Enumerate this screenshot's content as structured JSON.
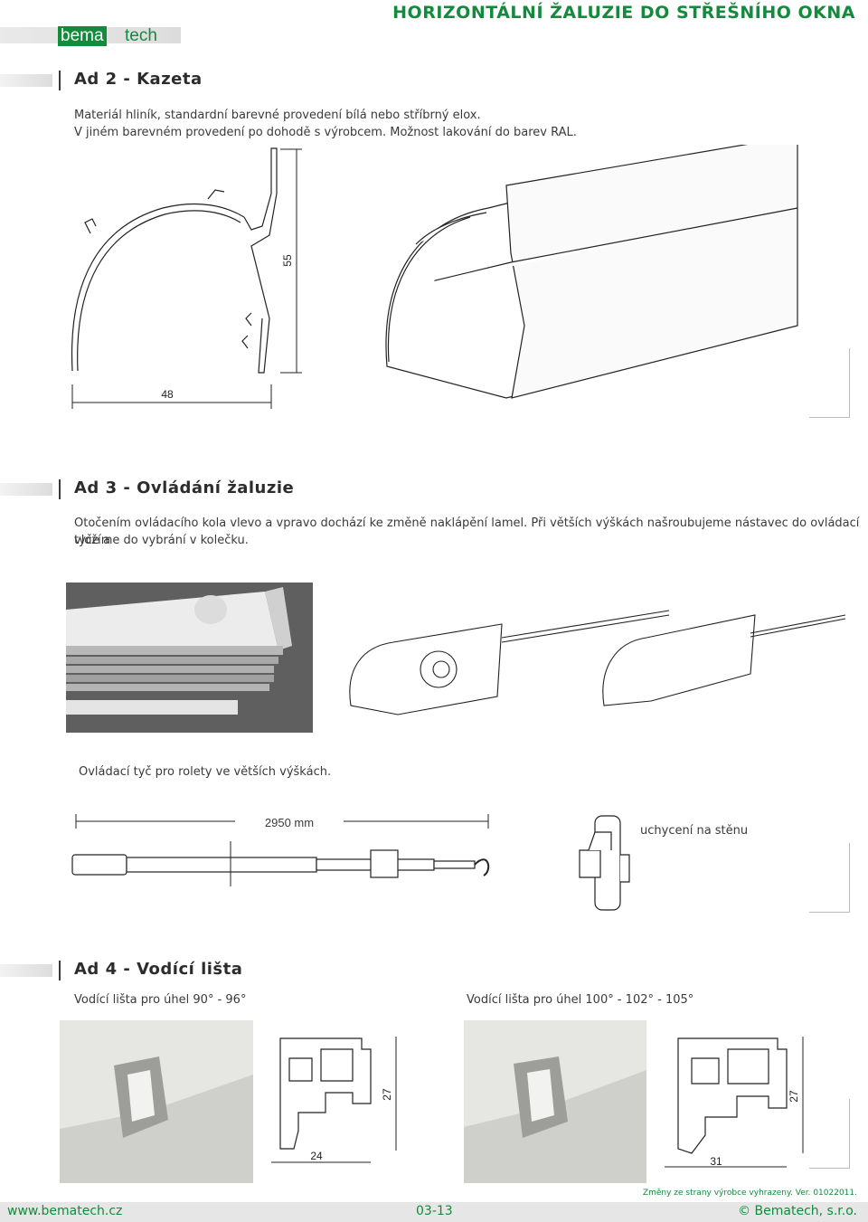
{
  "header": {
    "logo_bema": "bema",
    "logo_tech": "tech",
    "title": "HORIZONTÁLNÍ ŽALUZIE DO STŘEŠNÍHO OKNA"
  },
  "section2": {
    "title": "Ad 2 - Kazeta",
    "line1": "Materiál hliník, standardní barevné provedení bílá nebo stříbrný elox.",
    "line2": "V jiném barevném provedení po dohodě s výrobcem. Možnost lakování do barev RAL.",
    "dim_width": "48",
    "dim_height": "55"
  },
  "section3": {
    "title": "Ad 3 - Ovládání žaluzie",
    "line1": "Otočením ovládacího kola vlevo a vpravo dochází ke změně naklápění lamel. Při větších výškách našroubujeme nástavec do ovládací tyče a",
    "line2": "vložíme do vybrání v kolečku.",
    "rod_caption": "Ovládací tyč pro rolety ve větších výškách.",
    "rod_length": "2950 mm",
    "wall_mount": "uchycení na stěnu"
  },
  "section4": {
    "title": "Ad 4 - Vodící lišta",
    "caption_left": "Vodící lišta pro úhel 90° - 96°",
    "caption_right": "Vodící lišta pro úhel 100° - 102° - 105°",
    "left_dim_width": "24",
    "left_dim_height": "27",
    "right_dim_width": "31",
    "right_dim_height": "27"
  },
  "footer": {
    "note": "Změny ze strany výrobce vyhrazeny. Ver. 01022011.",
    "website": "www.bematech.cz",
    "page": "03-13",
    "copyright": "© Bematech, s.r.o."
  },
  "colors": {
    "brand_green": "#138a3c",
    "text": "#3a3a3a"
  }
}
